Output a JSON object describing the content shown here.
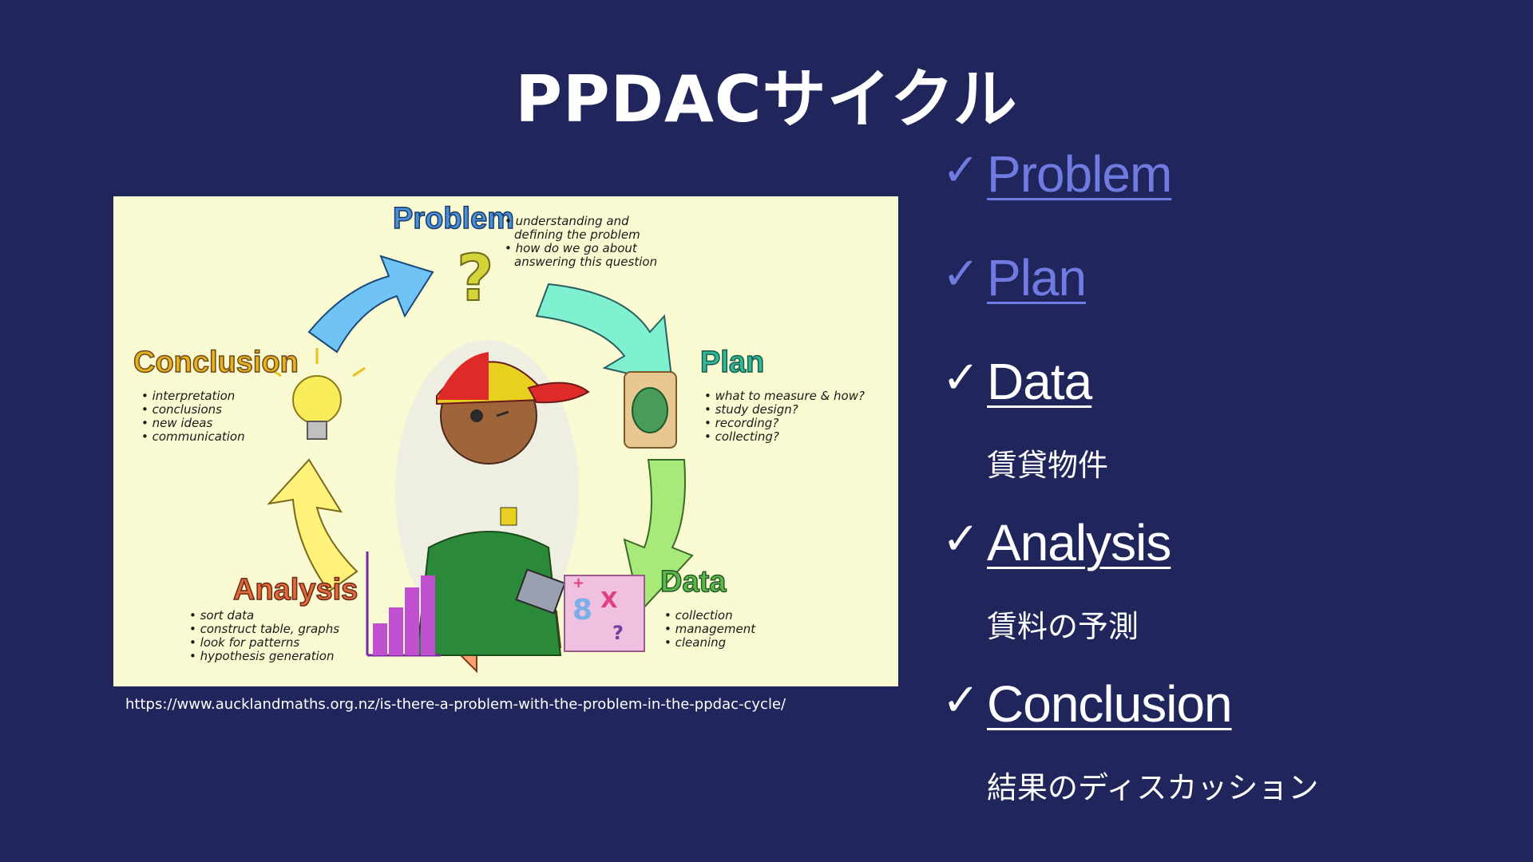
{
  "slide": {
    "title": "PPDACサイクル",
    "source_url": "https://www.aucklandmaths.org.nz/is-there-a-problem-with-the-problem-in-the-ppdac-cycle/",
    "check_mark": "✓",
    "steps": [
      {
        "label": "Problem",
        "state": "visited",
        "sub": ""
      },
      {
        "label": "Plan",
        "state": "visited",
        "sub": ""
      },
      {
        "label": "Data",
        "state": "current",
        "sub": "賃貸物件"
      },
      {
        "label": "Analysis",
        "state": "current",
        "sub": "賃料の予測"
      },
      {
        "label": "Conclusion",
        "state": "current",
        "sub": "結果のディスカッション"
      }
    ]
  },
  "figure": {
    "problem": {
      "heading": "Problem",
      "bullets": [
        "• understanding and",
        "defining the problem",
        "• how do we go about",
        "answering this question"
      ]
    },
    "plan": {
      "heading": "Plan",
      "bullets": [
        "• what to measure & how?",
        "• study design?",
        "• recording?",
        "• collecting?"
      ]
    },
    "data": {
      "heading": "Data",
      "bullets": [
        "• collection",
        "• management",
        "• cleaning"
      ]
    },
    "analysis": {
      "heading": "Analysis",
      "bullets": [
        "• sort data",
        "• construct table, graphs",
        "• look for patterns",
        "• hypothesis generation"
      ]
    },
    "conclusion": {
      "heading": "Conclusion",
      "bullets": [
        "• interpretation",
        "• conclusions",
        "• new ideas",
        "• communication"
      ]
    },
    "colors": {
      "background": "#fafad2",
      "arrow_problem_plan": "#7ff0d0",
      "arrow_plan_data": "#a8ea7a",
      "arrow_data_analysis": "#ffa070",
      "arrow_analysis_conclusion": "#fff27a",
      "arrow_conclusion_problem": "#6fc4f5",
      "heading_problem": "#4a90d9",
      "heading_plan": "#2fb89a",
      "heading_data": "#5bb84a",
      "heading_analysis": "#e06a3a",
      "heading_conclusion": "#e8b020"
    }
  }
}
